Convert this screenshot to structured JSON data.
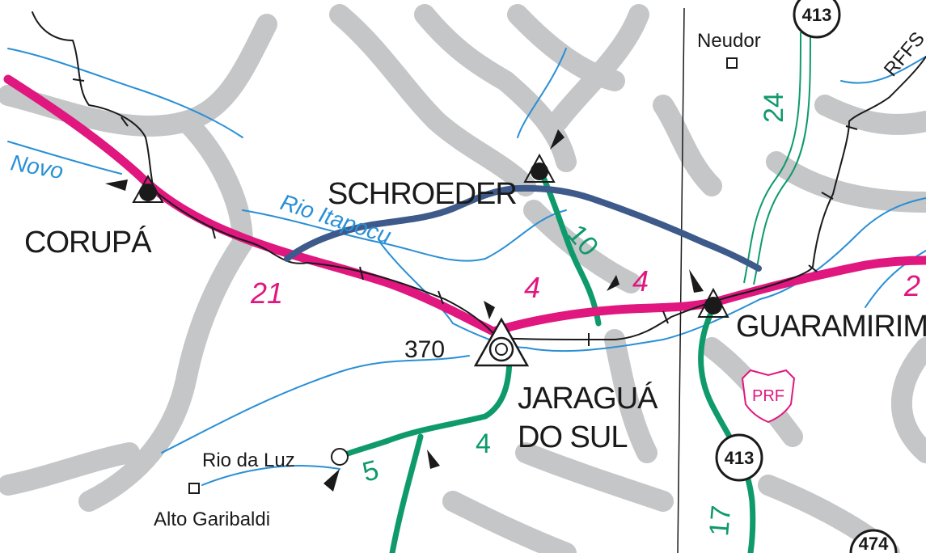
{
  "cities": {
    "corupa": "CORUPÁ",
    "schroeder": "SCHROEDER",
    "jaragua_line1": "JARAGUÁ",
    "jaragua_line2": "DO SUL",
    "guaramirim": "GUARAMIRIM"
  },
  "towns": {
    "neudor": "Neudor",
    "rio_da_luz": "Rio da Luz",
    "alto_garibaldi": "Alto Garibaldi"
  },
  "rivers": {
    "novo": "Novo",
    "itapocu": "Rio Itapocu"
  },
  "roads": {
    "pink_21": "21",
    "pink_4a": "4",
    "pink_4b": "4",
    "pink_2_partial": "2",
    "green_10": "10",
    "green_24": "24",
    "green_4": "4",
    "green_5": "5",
    "green_17": "17"
  },
  "shields": {
    "br413_top": "413",
    "br413_mid": "413",
    "br474_bottom": "474",
    "prf": "PRF"
  },
  "railway_label": "RFFS",
  "altitude": "370",
  "colors": {
    "highway_pink": "#e0177f",
    "state_green": "#0f9a6c",
    "railway": "#1a1a1a",
    "river": "#2a8fd6",
    "relief_gray": "#c4c6c8",
    "annotation_line": "#3d5a8a"
  }
}
